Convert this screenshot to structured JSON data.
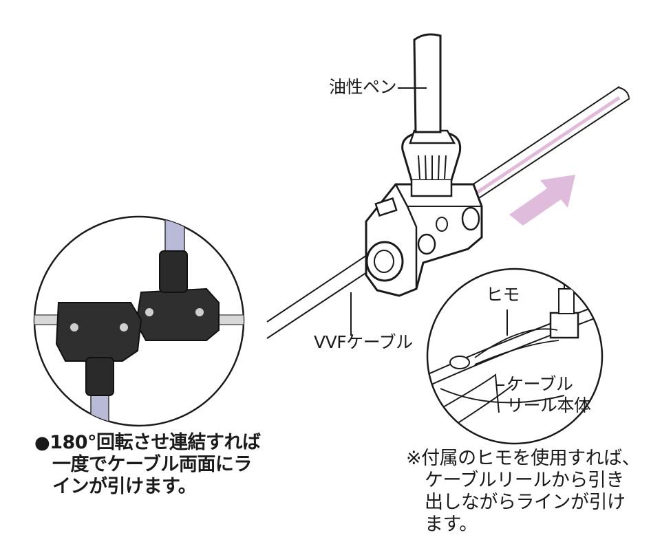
{
  "labels": {
    "pen": "油性ペン",
    "cable": "VVFケーブル",
    "string": "ヒモ",
    "reel_line1": "ケーブル",
    "reel_line2": "リール本体"
  },
  "left_caption": {
    "bullet": "●",
    "line1": "180°回転させ連結すれば",
    "line2": "一度でケーブル両面にラ",
    "line3": "インが引けます。"
  },
  "right_note": {
    "line1": "※付属のヒモを使用すれば、",
    "line2": "ケーブルリールから引き",
    "line3": "出しながらラインが引け",
    "line4": "ます。"
  },
  "colors": {
    "line_mark": "#e3b9db",
    "arrow": "#e0bcdc",
    "device_dark": "#2a2a2a"
  }
}
